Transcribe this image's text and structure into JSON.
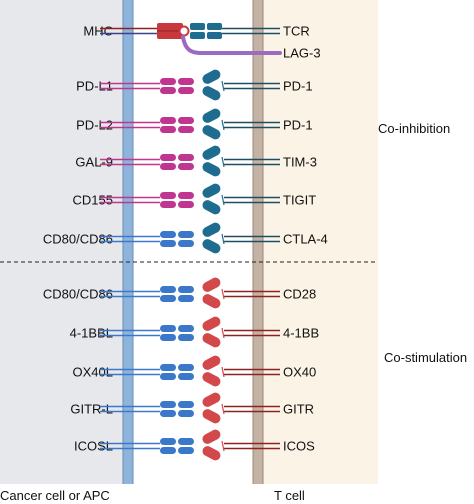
{
  "left_cell_label": "Cancer cell or APC",
  "right_cell_label": "T cell",
  "groups": {
    "inhibition": "Co-inhibition",
    "stimulation": "Co-stimulation"
  },
  "pairs": [
    {
      "ligand": "MHC",
      "receptor": "TCR",
      "ligand_type": "mhc",
      "receptor_type": "tcr"
    },
    {
      "ligand": "",
      "receptor": "LAG-3",
      "ligand_type": "none",
      "receptor_type": "lag3"
    },
    {
      "ligand": "PD-L1",
      "receptor": "PD-1",
      "ligand_type": "magenta",
      "receptor_type": "teal"
    },
    {
      "ligand": "PD-L2",
      "receptor": "PD-1",
      "ligand_type": "magenta",
      "receptor_type": "teal"
    },
    {
      "ligand": "GAL-9",
      "receptor": "TIM-3",
      "ligand_type": "magenta",
      "receptor_type": "teal"
    },
    {
      "ligand": "CD155",
      "receptor": "TIGIT",
      "ligand_type": "magenta",
      "receptor_type": "teal"
    },
    {
      "ligand": "CD80/CD86",
      "receptor": "CTLA-4",
      "ligand_type": "blue",
      "receptor_type": "teal"
    },
    {
      "ligand": "CD80/CD86",
      "receptor": "CD28",
      "ligand_type": "blue",
      "receptor_type": "red"
    },
    {
      "ligand": "4-1BBL",
      "receptor": "4-1BB",
      "ligand_type": "blue",
      "receptor_type": "red"
    },
    {
      "ligand": "OX40L",
      "receptor": "OX40",
      "ligand_type": "blue",
      "receptor_type": "red"
    },
    {
      "ligand": "GITR-L",
      "receptor": "GITR",
      "ligand_type": "blue",
      "receptor_type": "red"
    },
    {
      "ligand": "ICOSL",
      "receptor": "ICOS",
      "ligand_type": "blue",
      "receptor_type": "red"
    }
  ],
  "colors": {
    "left_bg": "#e6e8ec",
    "right_bg": "#fbf3e6",
    "left_membrane": "#8fb4dc",
    "right_membrane": "#c4b3a4",
    "magenta": "#c0358f",
    "blue": "#3b78c9",
    "teal": "#1e6d91",
    "red": "#d2484b",
    "mhc_red": "#c8393e",
    "lag3_purple": "#9b6bc2",
    "dark_red_line": "#8e2121",
    "dark_teal_line": "#1d4e63",
    "navy_line": "#3b3f8f"
  }
}
